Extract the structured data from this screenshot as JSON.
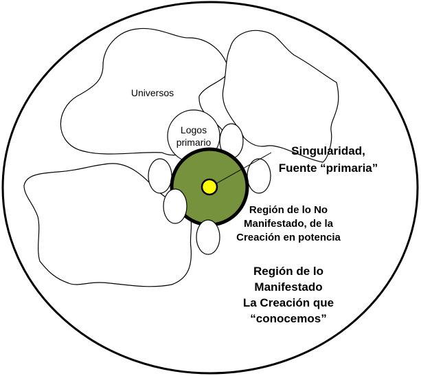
{
  "labels": {
    "universos": "Universos",
    "logos_line1": "Logos",
    "logos_line2": "primario",
    "singularidad_line1": "Singularidad,",
    "singularidad_line2": "Fuente “primaria”",
    "no_manifestado_line1": "Región de lo No",
    "no_manifestado_line2": "Manifestado, de la",
    "no_manifestado_line3": "Creación en potencia",
    "manifestado_line1": "Región de lo",
    "manifestado_line2": "Manifestado",
    "manifestado_line3": "La Creación que",
    "manifestado_line4": "“conocemos”"
  },
  "colors": {
    "outline": "#000000",
    "background": "#ffffff",
    "non_manifest_fill": "#76923c",
    "singularity_fill": "#ffff00"
  }
}
